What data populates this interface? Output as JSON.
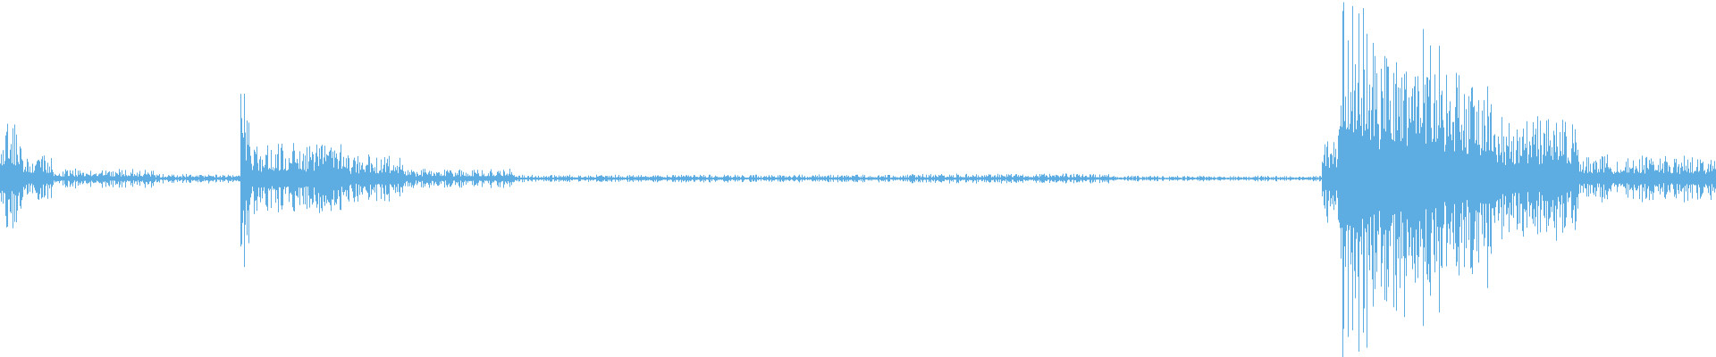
{
  "waveform": {
    "color": "#5DADE2",
    "background": "#ffffff",
    "segments": [
      {
        "start": 0.0,
        "end": 0.012,
        "peak": 0.3
      },
      {
        "start": 0.012,
        "end": 0.03,
        "peak": 0.12
      },
      {
        "start": 0.03,
        "end": 0.09,
        "peak": 0.05
      },
      {
        "start": 0.09,
        "end": 0.14,
        "peak": 0.025
      },
      {
        "start": 0.14,
        "end": 0.145,
        "peak": 0.45
      },
      {
        "start": 0.145,
        "end": 0.2,
        "peak": 0.18
      },
      {
        "start": 0.2,
        "end": 0.235,
        "peak": 0.12
      },
      {
        "start": 0.235,
        "end": 0.3,
        "peak": 0.05
      },
      {
        "start": 0.3,
        "end": 0.53,
        "peak": 0.02
      },
      {
        "start": 0.53,
        "end": 0.65,
        "peak": 0.025
      },
      {
        "start": 0.65,
        "end": 0.77,
        "peak": 0.015
      },
      {
        "start": 0.77,
        "end": 0.78,
        "peak": 0.25
      },
      {
        "start": 0.78,
        "end": 0.8,
        "peak": 0.98
      },
      {
        "start": 0.8,
        "end": 0.84,
        "peak": 0.75
      },
      {
        "start": 0.84,
        "end": 0.87,
        "peak": 0.55
      },
      {
        "start": 0.87,
        "end": 0.92,
        "peak": 0.32
      },
      {
        "start": 0.92,
        "end": 1.0,
        "peak": 0.12
      }
    ]
  }
}
